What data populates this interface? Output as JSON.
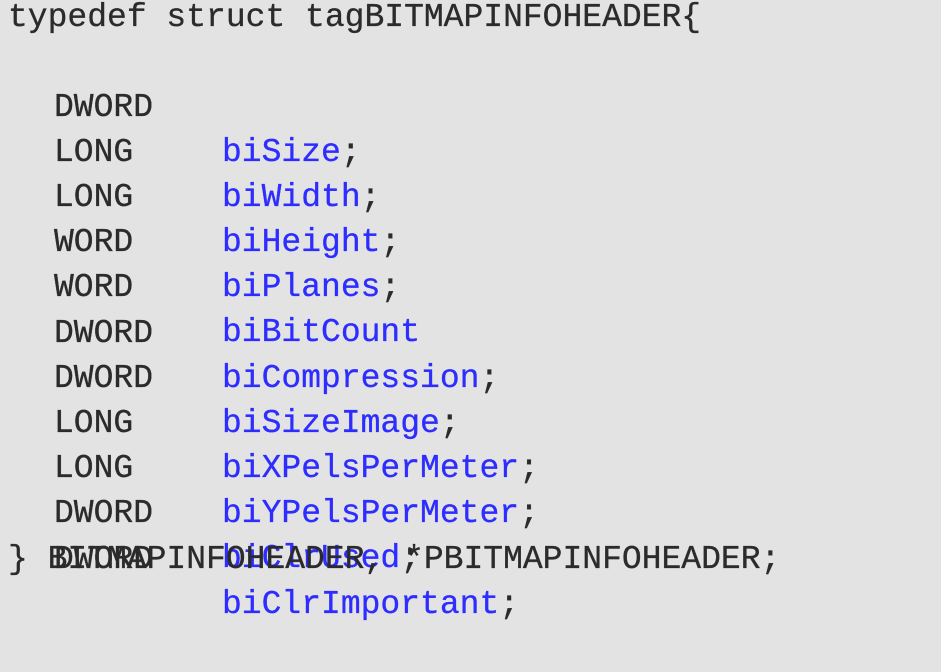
{
  "header": "typedef struct tagBITMAPINFOHEADER{",
  "members": [
    {
      "type": "DWORD",
      "name": "biSize",
      "terminator": ";"
    },
    {
      "type": "LONG",
      "name": "biWidth",
      "terminator": ";"
    },
    {
      "type": "LONG",
      "name": "biHeight",
      "terminator": ";"
    },
    {
      "type": "WORD",
      "name": "biPlanes",
      "terminator": ";"
    },
    {
      "type": "WORD",
      "name": "biBitCount",
      "terminator": ""
    },
    {
      "type": "DWORD",
      "name": "biCompression",
      "terminator": ";"
    },
    {
      "type": "DWORD",
      "name": "biSizeImage",
      "terminator": ";"
    },
    {
      "type": "LONG",
      "name": "biXPelsPerMeter",
      "terminator": ";"
    },
    {
      "type": "LONG",
      "name": "biYPelsPerMeter",
      "terminator": ";"
    },
    {
      "type": "DWORD",
      "name": "biClrUsed",
      "terminator": ";"
    },
    {
      "type": "DWORD",
      "name": "biClrImportant",
      "terminator": ";"
    }
  ],
  "footer": "} BITMAPINFOHEADER, *PBITMAPINFOHEADER;",
  "colors": {
    "background": "#e3e3e3",
    "text": "#2b2b2b",
    "member_name": "#2d2dff"
  }
}
